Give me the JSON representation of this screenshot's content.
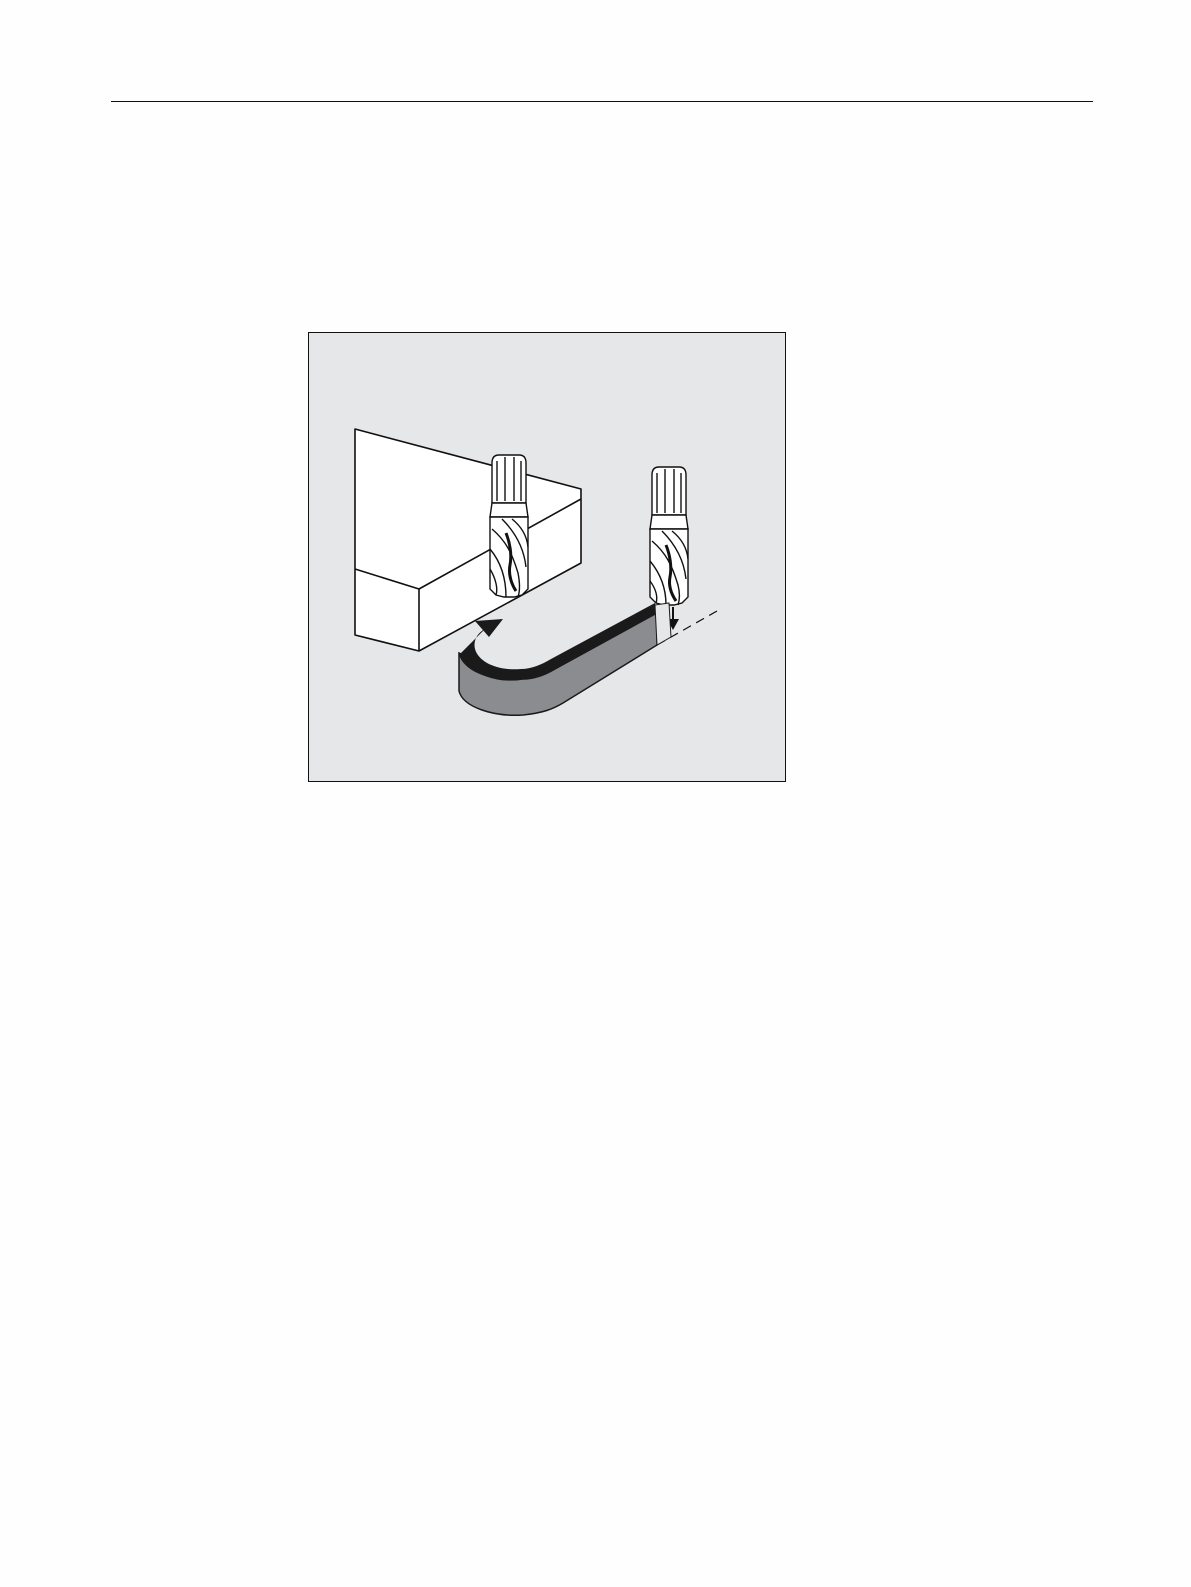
{
  "page": {
    "background": "#fefefe"
  },
  "figure": {
    "background": "#e6e7e9",
    "colors": {
      "outline": "#111111",
      "workpiece": "#ffffff",
      "path_fill": "#8a8c8f",
      "path_edge": "#1a1a1a",
      "tool": "#ffffff"
    },
    "elements": [
      "workpiece-block",
      "end-mill-tool",
      "end-mill-tool",
      "plunge-arrow-icon",
      "tool-path-band",
      "direction-arrow-icon",
      "dashed-center-line"
    ]
  }
}
